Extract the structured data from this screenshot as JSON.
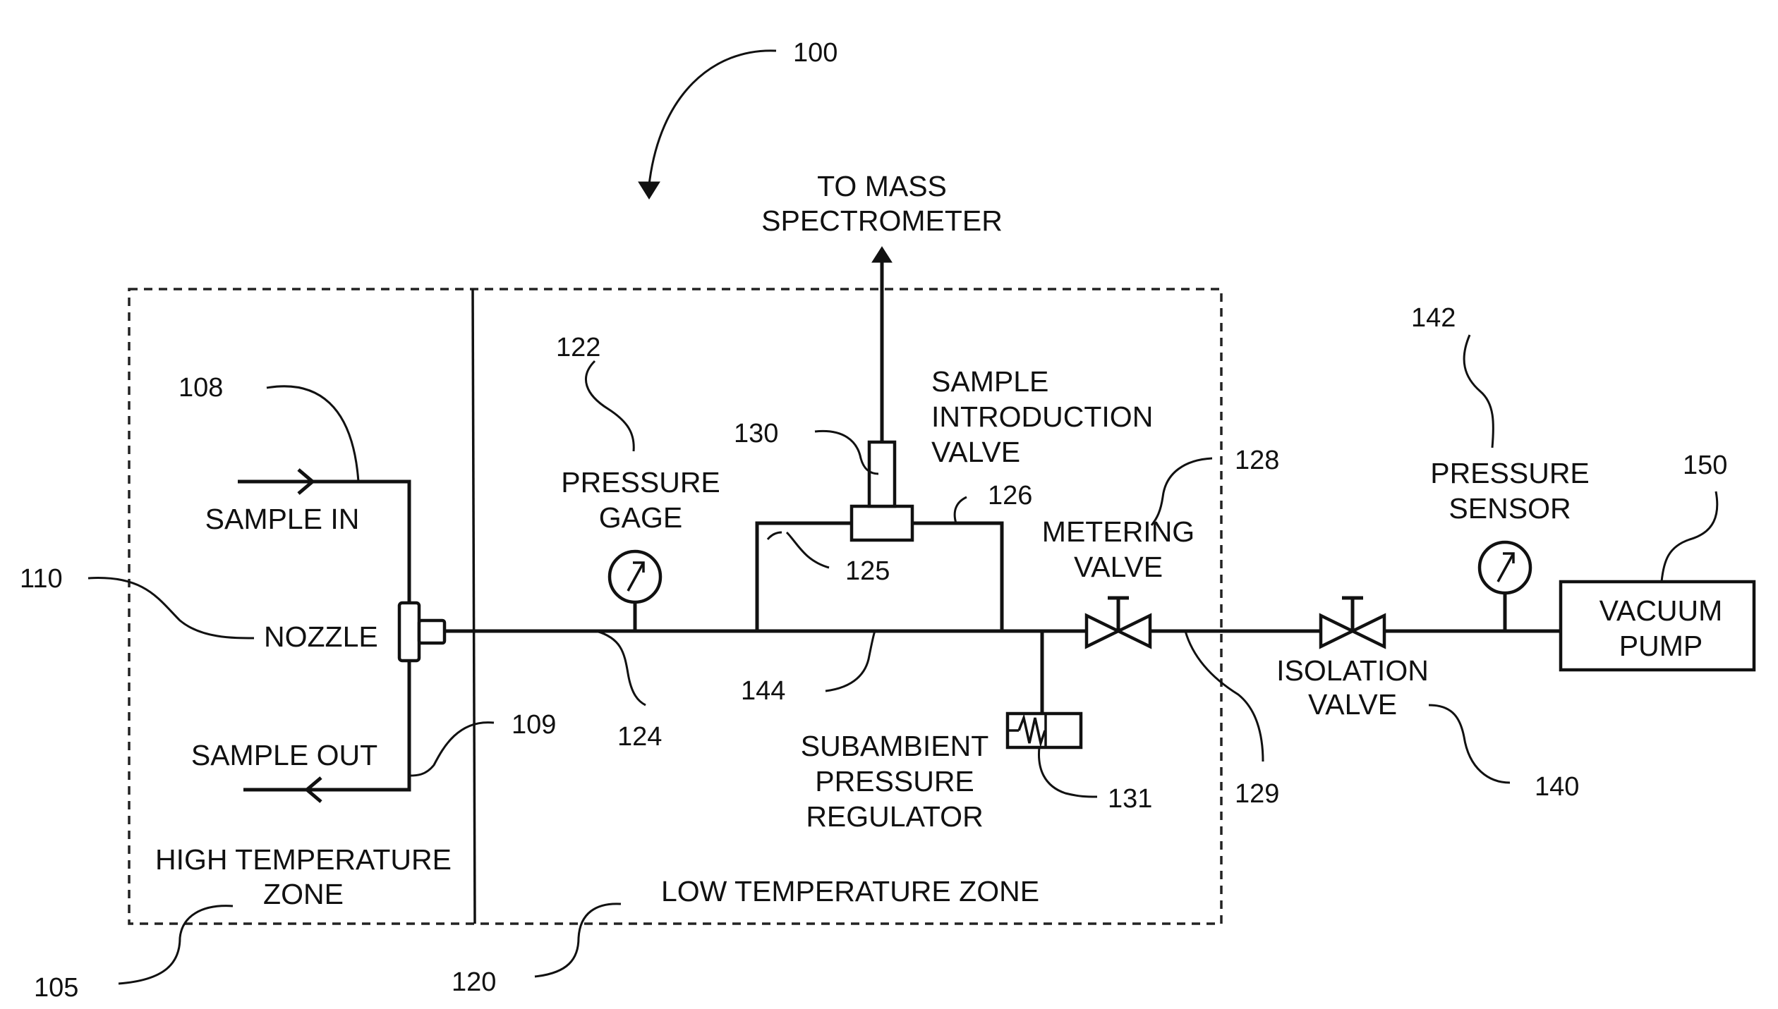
{
  "figure_number": "100",
  "zones": {
    "high": {
      "label_line1": "HIGH TEMPERATURE",
      "label_line2": "ZONE",
      "ref": "105"
    },
    "low": {
      "label": "LOW TEMPERATURE ZONE",
      "ref": "120"
    }
  },
  "inlet": {
    "label": "SAMPLE IN",
    "ref": "108"
  },
  "outlet": {
    "label": "SAMPLE OUT",
    "ref": "109"
  },
  "nozzle": {
    "label": "NOZZLE",
    "ref": "110"
  },
  "pressure_gage": {
    "label_line1": "PRESSURE",
    "label_line2": "GAGE",
    "ref": "122"
  },
  "main_line": {
    "ref": "124"
  },
  "branch_line": {
    "ref_left": "125",
    "ref_right": "126"
  },
  "sample_valve": {
    "label_line1": "SAMPLE",
    "label_line2": "INTRODUCTION",
    "label_line3": "VALVE",
    "ref": "130"
  },
  "mass_spec": {
    "label_line1": "TO MASS",
    "label_line2": "SPECTROMETER"
  },
  "bypass": {
    "ref": "144"
  },
  "regulator": {
    "label_line1": "SUBAMBIENT",
    "label_line2": "PRESSURE",
    "label_line3": "REGULATOR",
    "ref": "131"
  },
  "metering_valve": {
    "label_line1": "METERING",
    "label_line2": "VALVE",
    "ref": "128"
  },
  "downstream_line": {
    "ref": "129"
  },
  "isolation_valve": {
    "label_line1": "ISOLATION",
    "label_line2": "VALVE",
    "ref": "140"
  },
  "pressure_sensor": {
    "label_line1": "PRESSURE",
    "label_line2": "SENSOR",
    "ref": "142"
  },
  "vacuum_pump": {
    "label_line1": "VACUUM",
    "label_line2": "PUMP",
    "ref": "150"
  }
}
